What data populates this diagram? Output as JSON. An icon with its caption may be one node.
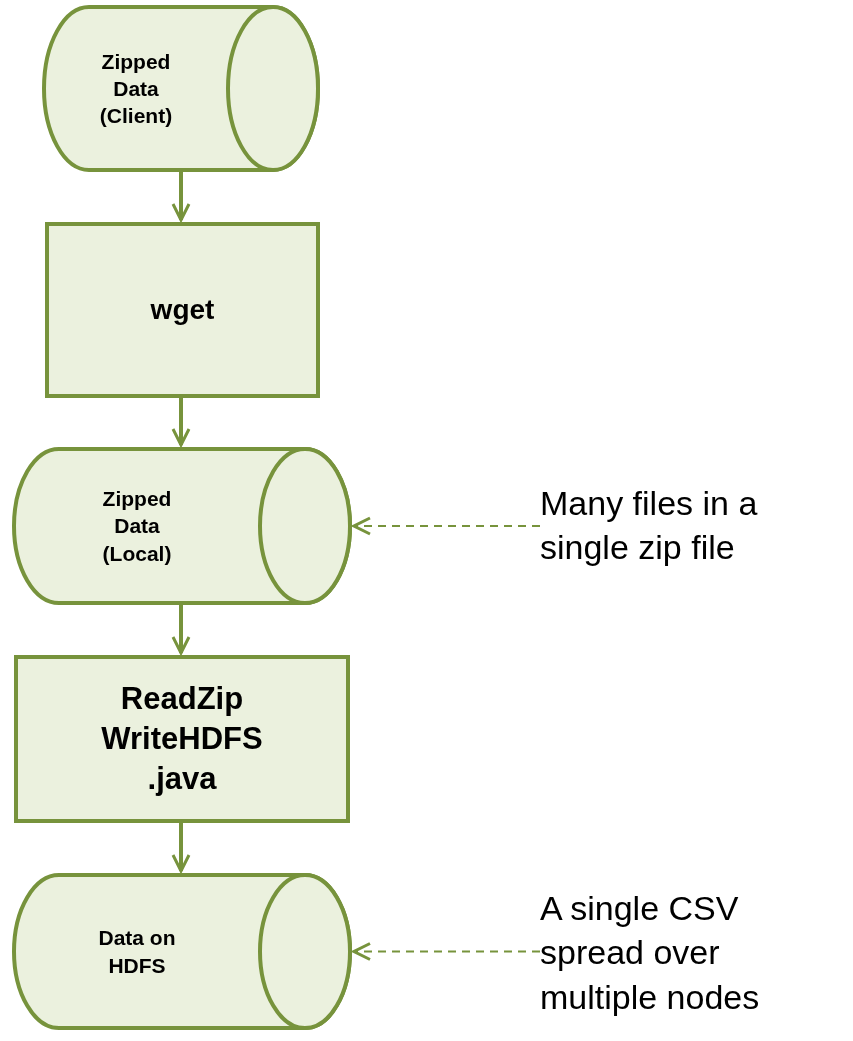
{
  "diagram": {
    "nodes": [
      {
        "text": [
          "Zipped Data (Client)"
        ]
      },
      {
        "text": [
          "wget"
        ]
      },
      {
        "text": [
          "Zipped Data (Local)"
        ]
      },
      {
        "text": [
          "ReadZip WriteHDFS .java"
        ]
      },
      {
        "text": [
          "Data on HDFS"
        ]
      },
      {
        "text": [
          "Many files in a single zip file"
        ]
      },
      {
        "text": [
          "A single CSV spread over multiple nodes"
        ]
      }
    ],
    "edges": [
      {
        "from": 0,
        "to": 1,
        "arrow": "to"
      },
      {
        "from": 1,
        "to": 2,
        "arrow": "to"
      },
      {
        "from": 2,
        "to": 3,
        "arrow": "to"
      },
      {
        "from": 3,
        "to": 4,
        "arrow": "to"
      },
      {
        "from": 5,
        "to": 2,
        "arrow": "to",
        "style": "dashed"
      },
      {
        "from": 6,
        "to": 4,
        "arrow": "to",
        "style": "dashed"
      }
    ]
  }
}
